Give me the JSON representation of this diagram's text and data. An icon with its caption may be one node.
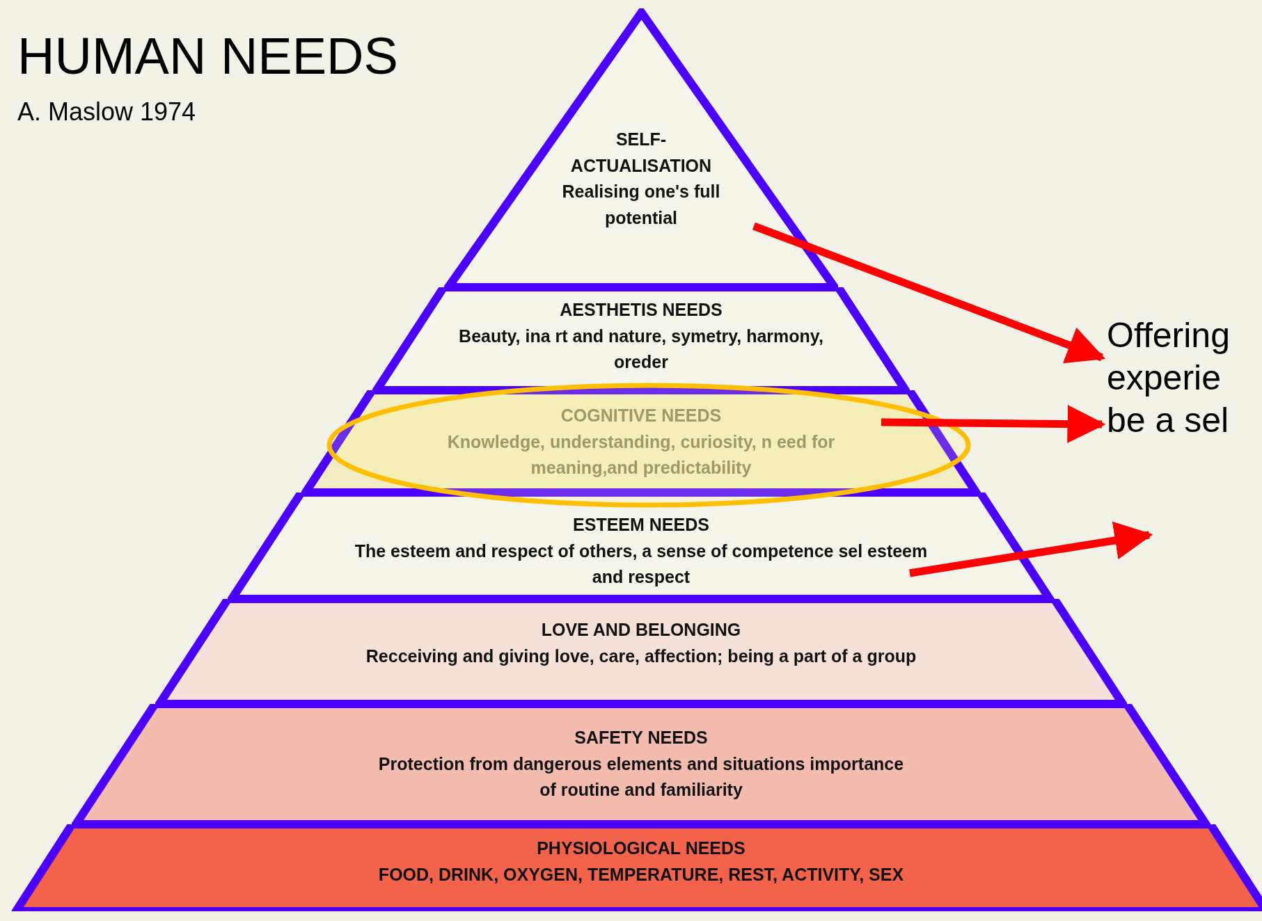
{
  "diagram": {
    "title": "HUMAN NEEDS",
    "nodes": [
      {
        "text": [
          "SELF- ACTUALISATION",
          "Realising one's full potential"
        ]
      },
      {
        "text": [
          "AESTHETIS NEEDS",
          "Beauty, ina rt and nature, symetry, harmony, oreder"
        ]
      },
      {
        "text": [
          "COGNITIVE NEEDS",
          "Knowledge, understanding, curiosity, n eed for meaning,and predictability"
        ]
      },
      {
        "text": [
          "ESTEEM NEEDS",
          "The esteem and respect of others, a sense of competence sel esteem and respect"
        ]
      },
      {
        "text": [
          "LOVE AND BELONGING",
          "Recceiving and giving love, care, affection; being a part of a group"
        ]
      },
      {
        "text": [
          "SAFETY NEEDS",
          "Protection from dangerous elements and situations importance of routine and familiarity"
        ]
      },
      {
        "text": [
          "PHYSIOLOGICAL NEEDS",
          "FOOD, DRINK, OXYGEN, TEMPERATURE, REST, ACTIVITY, SEX"
        ]
      },
      {
        "text": [
          "Offering experie be a sel"
        ]
      }
    ],
    "edges": [
      {
        "from": 0,
        "to": 7,
        "arrow": "to"
      },
      {
        "from": 2,
        "to": 7,
        "arrow": "to"
      },
      {
        "from": 3,
        "to": null,
        "arrow": "to"
      }
    ],
    "labels": [
      "A. Maslow 1974"
    ]
  }
}
